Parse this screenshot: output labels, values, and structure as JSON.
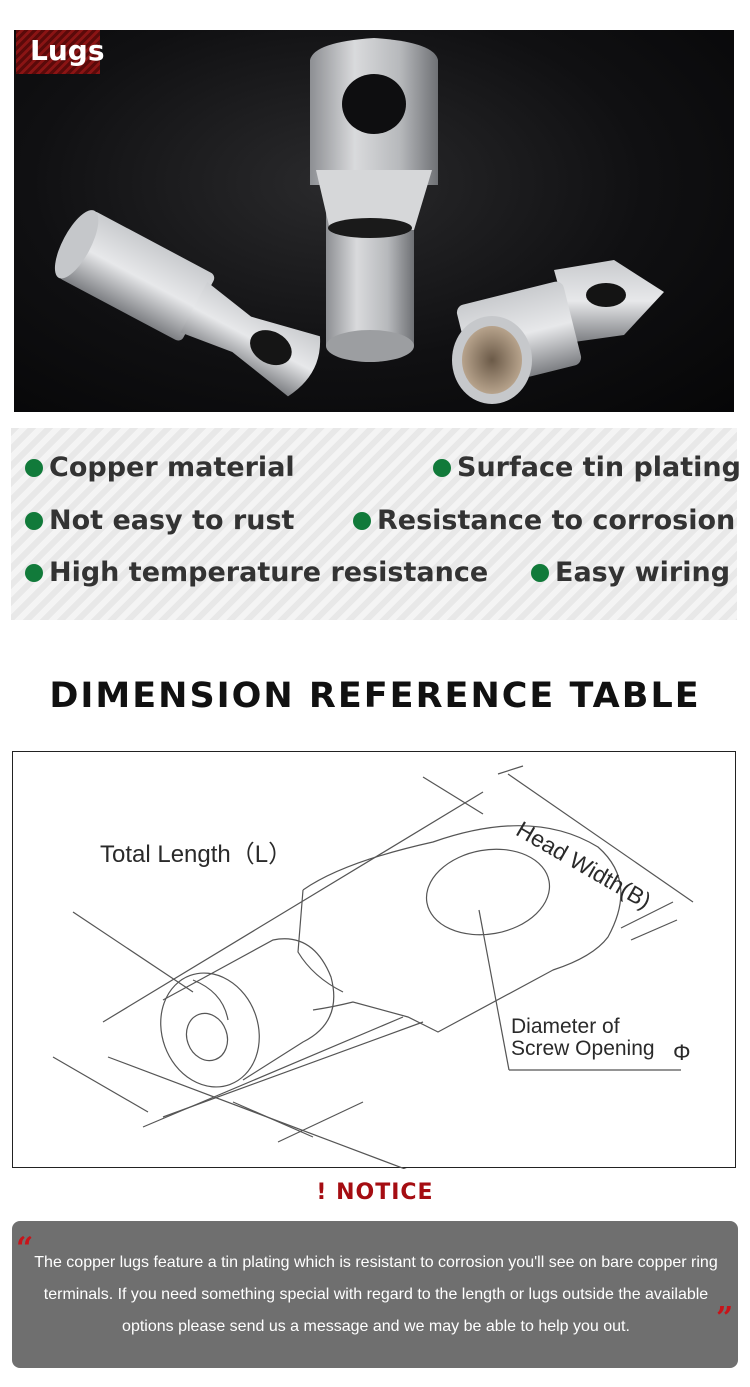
{
  "hero": {
    "badge": "Lugs"
  },
  "features": {
    "items": [
      {
        "label": "Copper material"
      },
      {
        "label": "Surface tin plating"
      },
      {
        "label": "Not easy to rust"
      },
      {
        "label": "Resistance to corrosion"
      },
      {
        "label": "High temperature resistance"
      },
      {
        "label": "Easy wiring"
      }
    ],
    "dot_color": "#117a3a"
  },
  "dimension": {
    "title": "DIMENSION REFERENCE TABLE",
    "labels": {
      "total_length": "Total Length（L）",
      "head_width": "Head Width(B)",
      "diameter_line1": "Diameter of",
      "diameter_line2": "Screw Opening",
      "phi": "Φ"
    }
  },
  "notice": {
    "title": "! NOTICE",
    "open_quote": "“",
    "close_quote": "”",
    "text": "The copper lugs feature a tin plating which is resistant to corrosion you'll see on bare copper ring terminals. If you need something special with regard to the length or lugs outside the available options please send us a message and we may be able to help you out.",
    "accent_color": "#c8141a",
    "title_color": "#a50d12"
  }
}
